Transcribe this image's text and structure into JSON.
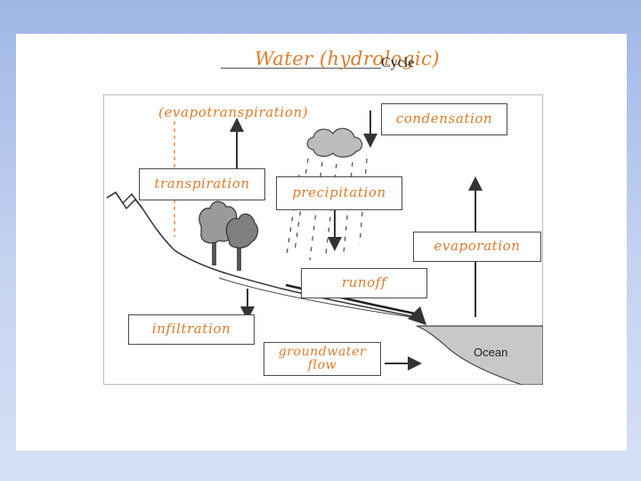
{
  "title": {
    "handwritten": "Water (hydrologic)",
    "printed": "Cycle"
  },
  "labels": {
    "evapotranspiration": "(evapotranspiration)",
    "condensation": "condensation",
    "transpiration": "transpiration",
    "precipitation": "precipitation",
    "evaporation": "evaporation",
    "runoff": "runoff",
    "infiltration": "infiltration",
    "groundwater_flow": "groundwater flow",
    "ocean": "Ocean"
  },
  "colors": {
    "handwriting": "#e07a2a",
    "outline": "#4a4a4a",
    "ocean_fill": "#c8c8c8",
    "tree_fill": "#9a9a9a",
    "cloud_fill": "#bdbdbd"
  }
}
